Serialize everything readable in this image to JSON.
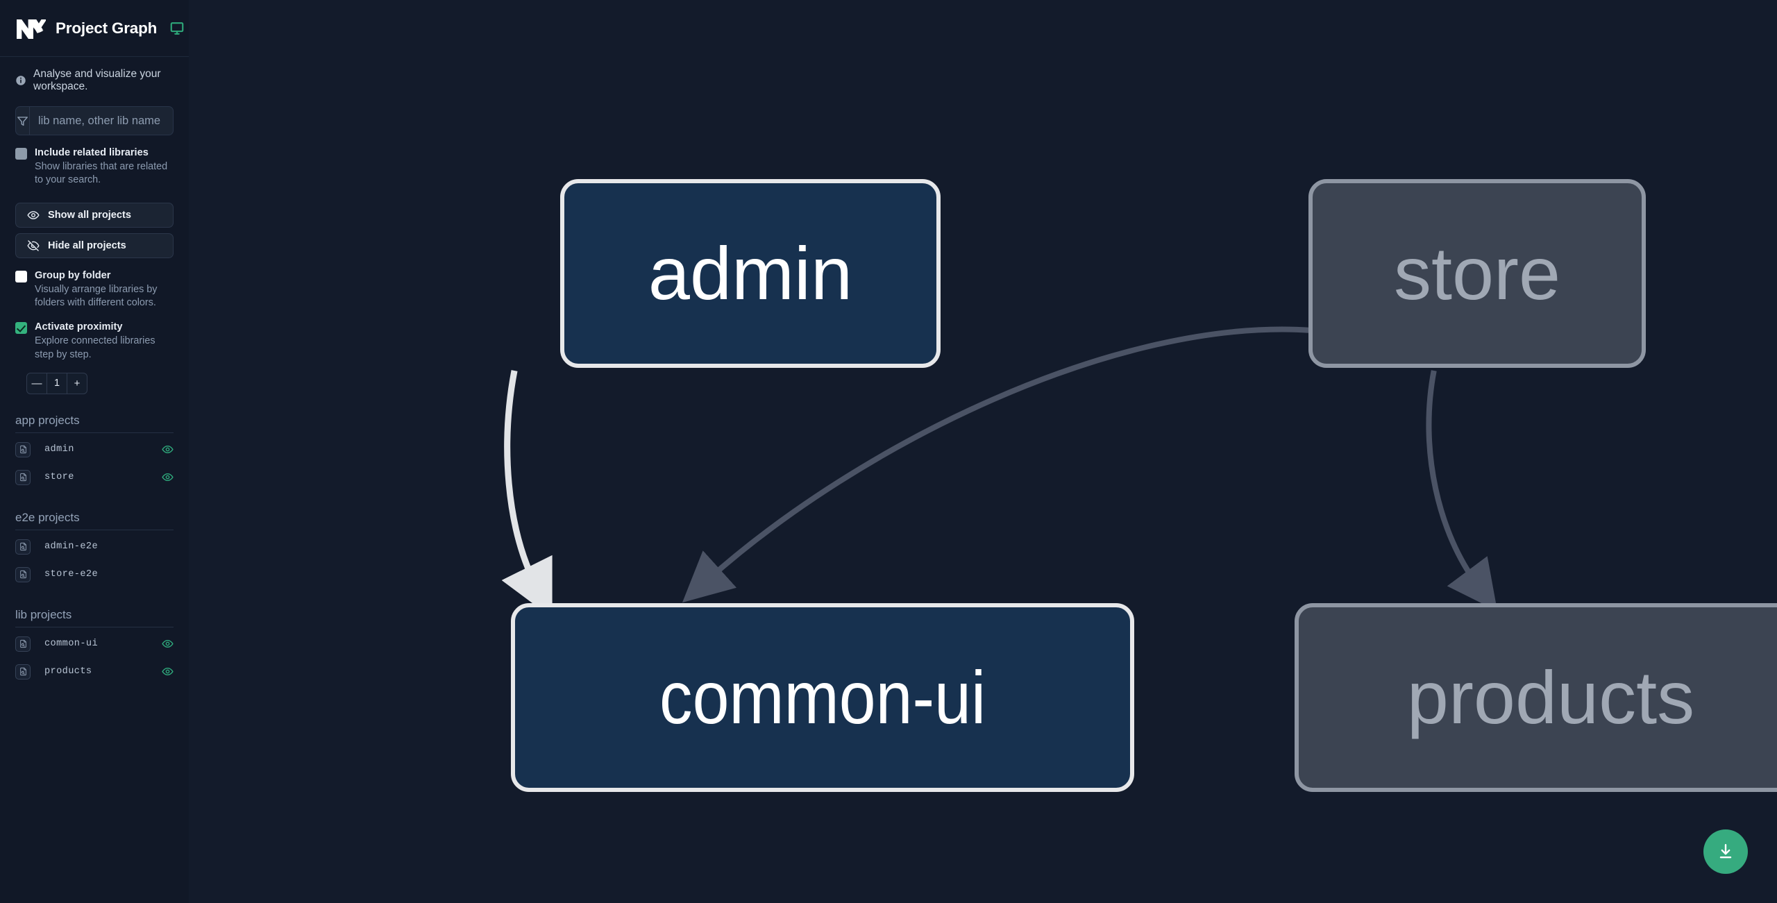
{
  "app": {
    "title": "Project Graph",
    "logo_icon": "nx-logo-icon",
    "monitor_icon": "monitor-icon",
    "accent_green": "#36ab7f",
    "sidebar_bg": "#111827",
    "graph_bg": "#131b2b"
  },
  "sidebar": {
    "tagline": "Analyse and visualize your workspace.",
    "info_icon": "info-icon",
    "search": {
      "placeholder": "lib name, other lib name",
      "value": "",
      "icon": "filter-funnel-icon"
    },
    "options": [
      {
        "label": "Include related libraries",
        "desc": "Show libraries that are related to your search.",
        "checkbox_state": "gray",
        "checked": false
      },
      {
        "label": "Group by folder",
        "desc": "Visually arrange libraries by folders with different colors.",
        "checkbox_state": "white",
        "checked": false
      },
      {
        "label": "Activate proximity",
        "desc": "Explore connected libraries step by step.",
        "checkbox_state": "green",
        "checked": true
      }
    ],
    "buttons": [
      {
        "label": "Show all projects",
        "icon": "eye-icon"
      },
      {
        "label": "Hide all projects",
        "icon": "eye-off-icon"
      }
    ],
    "stepper": {
      "decrement_label": "—",
      "value": "1",
      "increment_label": "+"
    },
    "groups": [
      {
        "title": "app projects",
        "items": [
          {
            "name": "admin",
            "icon": "file-search-icon",
            "visible": true,
            "eye_icon": "eye-icon"
          },
          {
            "name": "store",
            "icon": "file-search-icon",
            "visible": true,
            "eye_icon": "eye-icon"
          }
        ]
      },
      {
        "title": "e2e projects",
        "items": [
          {
            "name": "admin-e2e",
            "icon": "file-search-icon",
            "visible": false,
            "eye_icon": ""
          },
          {
            "name": "store-e2e",
            "icon": "file-search-icon",
            "visible": false,
            "eye_icon": ""
          }
        ]
      },
      {
        "title": "lib projects",
        "items": [
          {
            "name": "common-ui",
            "icon": "file-search-icon",
            "visible": true,
            "eye_icon": "eye-icon"
          },
          {
            "name": "products",
            "icon": "file-search-icon",
            "visible": true,
            "eye_icon": "eye-icon"
          }
        ]
      }
    ]
  },
  "graph": {
    "nodes": [
      {
        "id": "admin",
        "label": "admin",
        "state": "active",
        "fill": "#17314f",
        "stroke": "#e7e8ea",
        "text": "#ffffff"
      },
      {
        "id": "store",
        "label": "store",
        "state": "dim",
        "fill": "#3c4452",
        "stroke": "#8e96a3",
        "text": "#a0a8b4"
      },
      {
        "id": "common-ui",
        "label": "common-ui",
        "state": "active",
        "fill": "#17314f",
        "stroke": "#e7e8ea",
        "text": "#ffffff"
      },
      {
        "id": "products",
        "label": "products",
        "state": "dim",
        "fill": "#3c4452",
        "stroke": "#8e96a3",
        "text": "#a0a8b4"
      }
    ],
    "edges": [
      {
        "from": "admin",
        "to": "common-ui",
        "state": "active",
        "color": "#e2e4e7"
      },
      {
        "from": "store",
        "to": "common-ui",
        "state": "dim",
        "color": "#4b5365"
      },
      {
        "from": "store",
        "to": "products",
        "state": "dim",
        "color": "#4b5365"
      }
    ],
    "download_button": {
      "icon": "download-icon",
      "color": "#36ab7f"
    }
  }
}
